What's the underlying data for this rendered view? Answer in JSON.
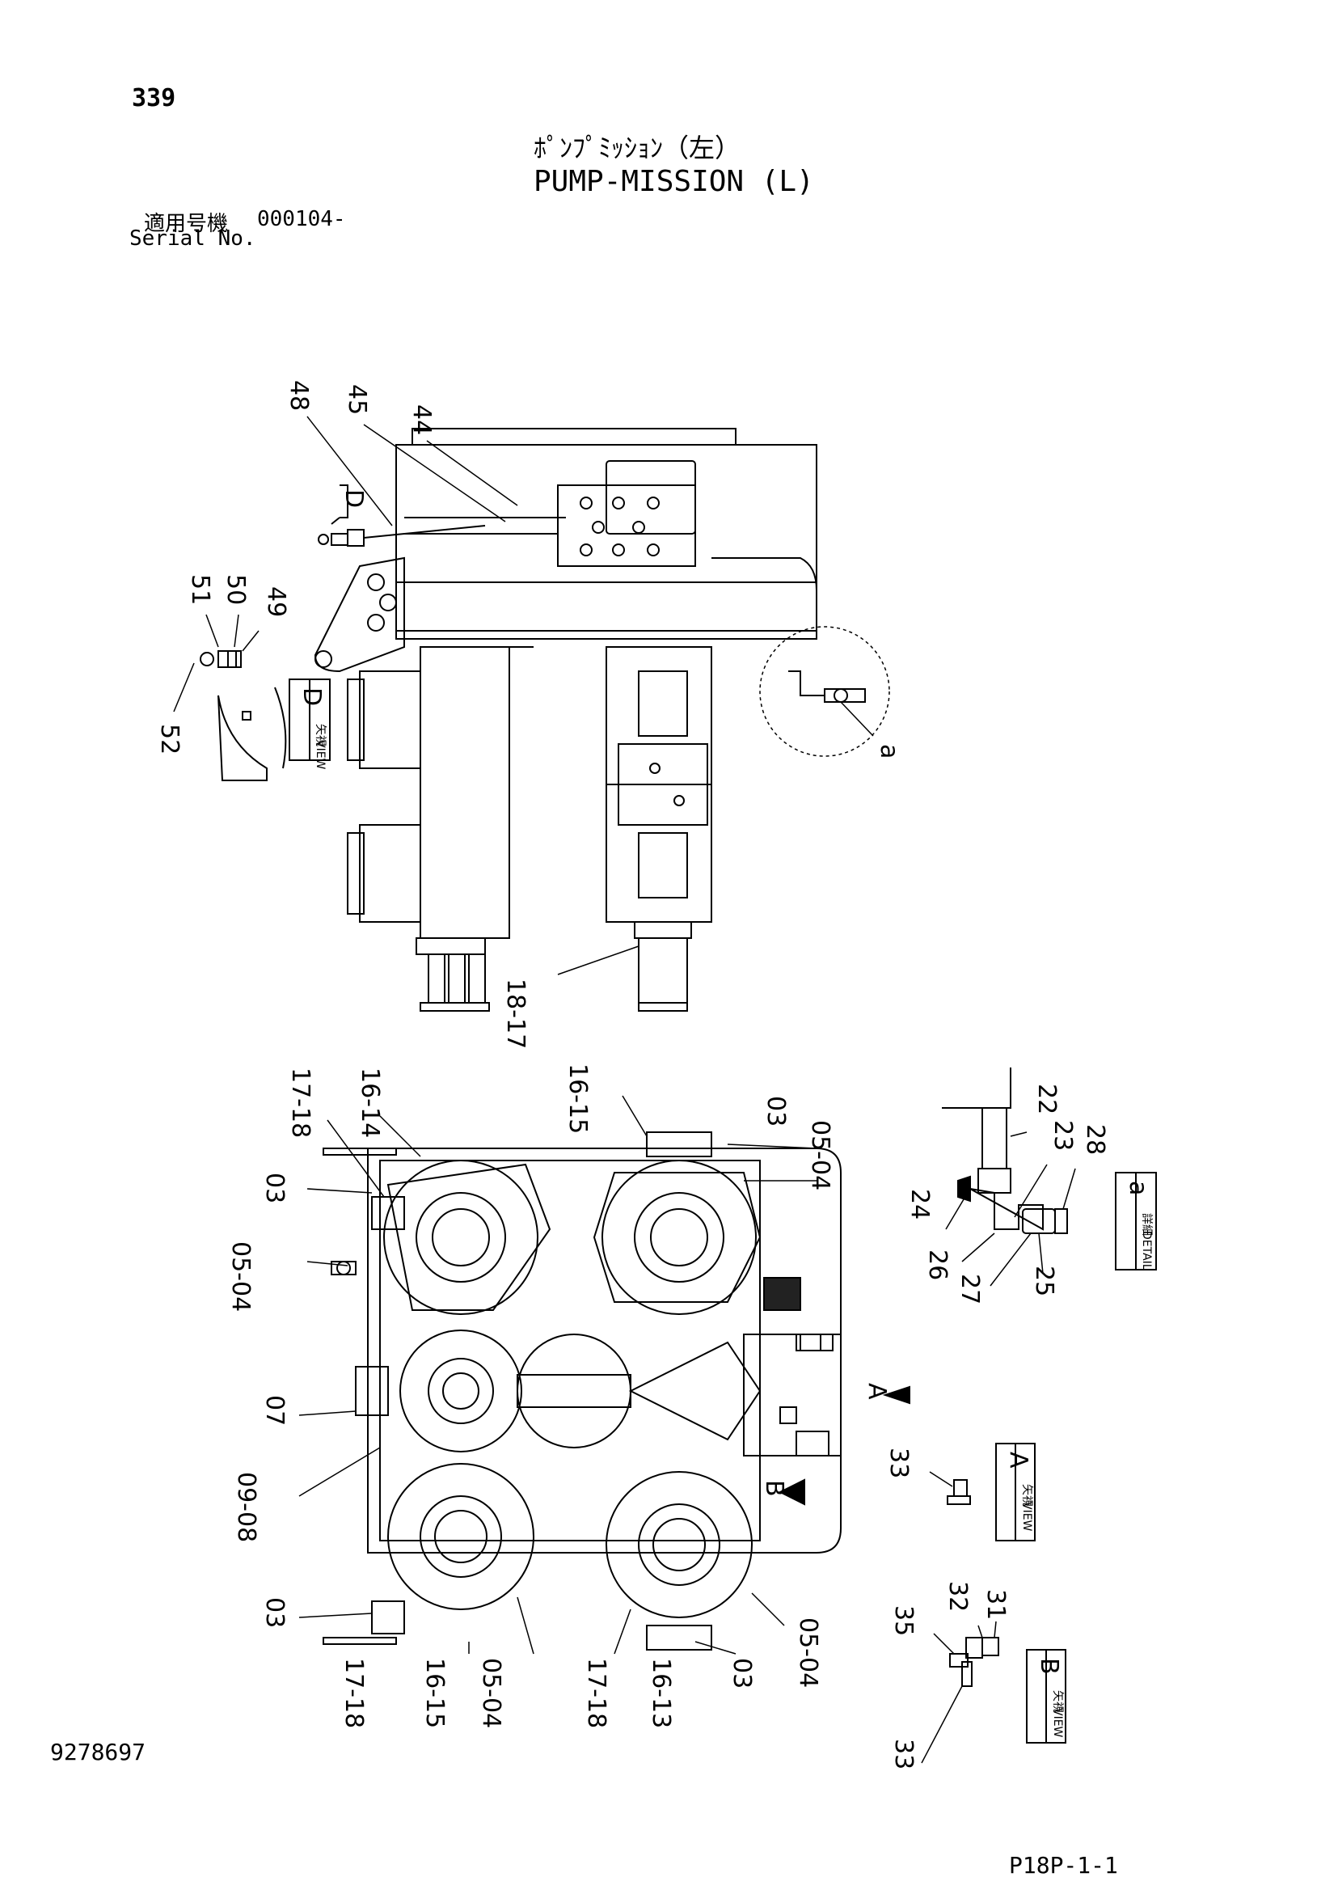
{
  "header": {
    "page_number": "339",
    "title_jp": "ﾎﾟﾝﾌﾟﾐｯｼｮﾝ（左）",
    "title_en": "PUMP-MISSION (L)",
    "serial_label_jp": "適用号機",
    "serial_value": "000104-",
    "serial_label_en": "Serial No."
  },
  "footer": {
    "doc_number": "9278697",
    "sheet_code": "P18P-1-1"
  },
  "top_view": {
    "labels": [
      "48",
      "45",
      "44",
      "51",
      "50",
      "49",
      "52",
      "18-17"
    ],
    "view_ref_d": "D",
    "detail_ref": "a"
  },
  "bottom_view": {
    "labels": [
      "17-18",
      "16-14",
      "03",
      "05-04",
      "07",
      "09-08",
      "03",
      "17-18",
      "16-15",
      "05-04",
      "16-15",
      "03",
      "05-04",
      "17-18",
      "16-13",
      "03",
      "05-04"
    ],
    "arrow_a": "A",
    "arrow_b": "B"
  },
  "detail_a": {
    "labels": [
      "22",
      "23",
      "28",
      "24",
      "26",
      "27",
      "25"
    ],
    "caption_jp": "詳細",
    "caption_en": "DETAIL",
    "ref": "a"
  },
  "view_a": {
    "labels": [
      "33"
    ],
    "caption_jp": "矢視",
    "caption_en": "VIEW",
    "ref": "A"
  },
  "view_b": {
    "labels": [
      "32",
      "31",
      "35",
      "33"
    ],
    "caption_jp": "矢視",
    "caption_en": "VIEW",
    "ref": "B"
  },
  "view_d": {
    "caption_jp": "矢視",
    "caption_en": "VIEW",
    "ref": "D"
  }
}
